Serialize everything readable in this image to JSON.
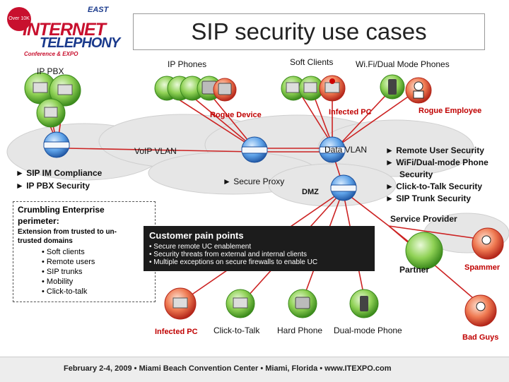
{
  "title": "SIP security use cases",
  "logo": {
    "badge": "Over 10K Users!",
    "word_east": "EAST",
    "word_internet": "INTERNET",
    "word_telephony": "TELEPHONY",
    "tagline": "Conference & EXPO"
  },
  "labels": {
    "ip_phones": "IP Phones",
    "soft_clients": "Soft Clients",
    "wifi_dual_mode_phones": "Wi.Fi/Dual Mode Phones",
    "ip_pbx": "IP PBX",
    "rogue_device": "Rogue Device",
    "infected_pc_top": "Infected PC",
    "rogue_employee": "Rogue Employee",
    "voip_vlan": "VoIP VLAN",
    "data_vlan": "Data VLAN",
    "secure_proxy": "► Secure Proxy",
    "dmz": "DMZ",
    "service_provider": "Service Provider",
    "partner": "Partner",
    "spammer": "Spammer",
    "bad_guys": "Bad Guys",
    "infected_pc_bottom": "Infected PC",
    "click_to_talk": "Click-to-Talk",
    "hard_phone": "Hard Phone",
    "dual_mode_phone": "Dual-mode Phone"
  },
  "left_bullets": [
    "► SIP IM Compliance",
    "► IP PBX Security"
  ],
  "right_bullets": [
    "► Remote User Security",
    "► WiFi/Dual-mode Phone",
    "Security",
    "► Click-to-Talk Security",
    "► SIP Trunk Security"
  ],
  "enterprise": {
    "title_line1": "Crumbling Enterprise",
    "title_line2": "perimeter:",
    "subtitle_line1": "Extension from trusted to un-",
    "subtitle_line2": "trusted domains",
    "items": [
      "Soft clients",
      "Remote users",
      "SIP trunks",
      "Mobility",
      "Click-to-talk"
    ]
  },
  "pain_points": {
    "heading": "Customer pain points",
    "items": [
      "• Secure remote UC enablement",
      "• Security threats from external and internal clients",
      "• Multiple exceptions on secure firewalls to enable UC"
    ]
  },
  "footer": "February 2-4, 2009  •  Miami Beach Convention Center  •  Miami, Florida  •  www.ITEXPO.com",
  "colors": {
    "line_red": "#cc2222",
    "cloud": "#e8e8e8",
    "device_blue": "#2c6fc9",
    "bubble_green": "#6fc03a",
    "bubble_red": "#d9452a",
    "box_dark": "#1c1c1c"
  }
}
